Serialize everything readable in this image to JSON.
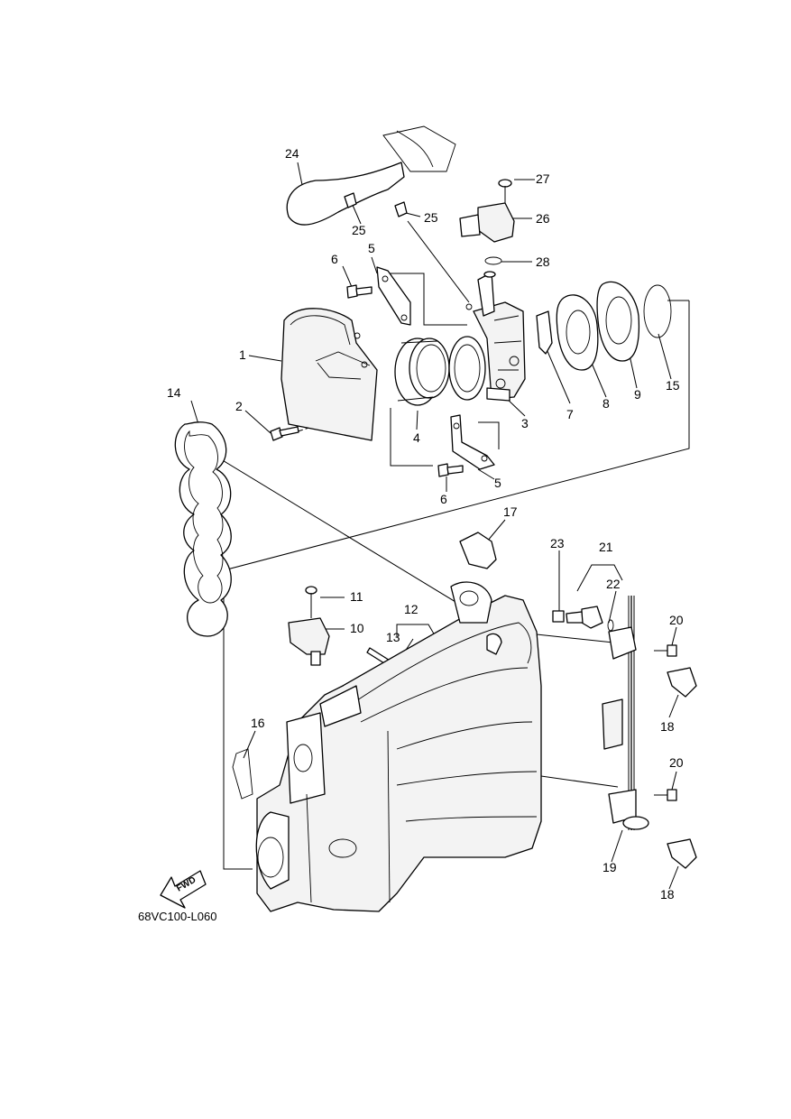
{
  "callouts": {
    "c1": "1",
    "c2": "2",
    "c3": "3",
    "c4": "4",
    "c5a": "5",
    "c5b": "5",
    "c6a": "6",
    "c6b": "6",
    "c7": "7",
    "c8": "8",
    "c9": "9",
    "c10": "10",
    "c11": "11",
    "c12": "12",
    "c13": "13",
    "c14": "14",
    "c15": "15",
    "c16": "16",
    "c17": "17",
    "c18a": "18",
    "c18b": "18",
    "c19": "19",
    "c20a": "20",
    "c20b": "20",
    "c21": "21",
    "c22": "22",
    "c23": "23",
    "c24": "24",
    "c25a": "25",
    "c25b": "25",
    "c26": "26",
    "c27": "27",
    "c28": "28"
  },
  "diagram_code": "68VC100-L060",
  "fwd_label": "FWD"
}
